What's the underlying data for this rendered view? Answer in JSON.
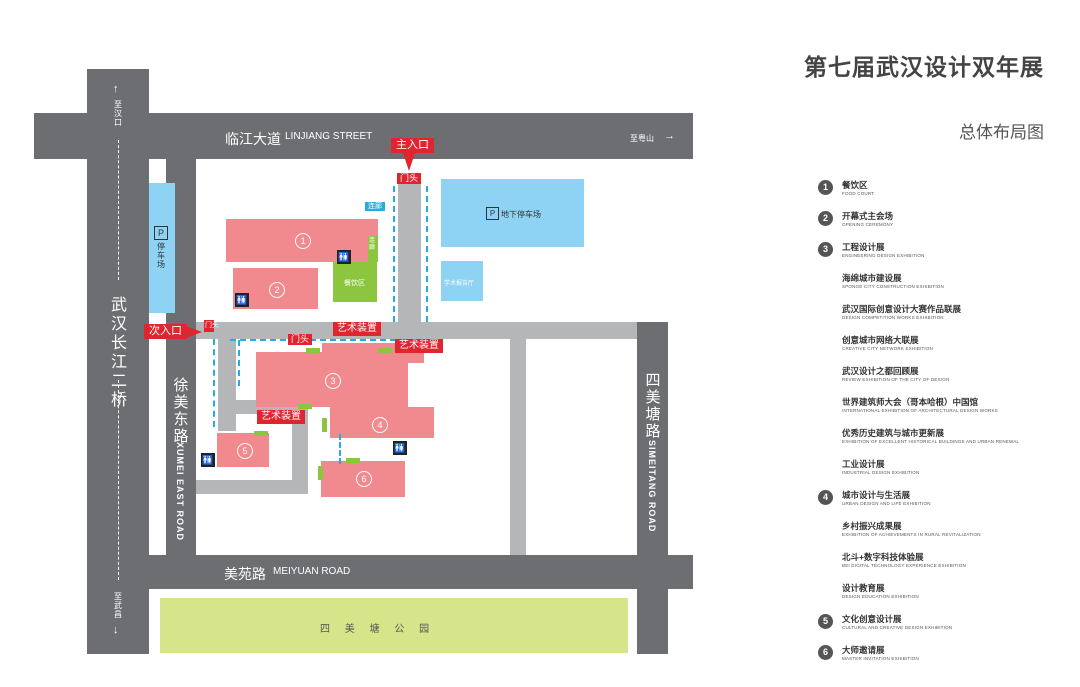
{
  "title": "第七届武汉设计双年展",
  "subtitle": "总体布局图",
  "roads": {
    "linjiang_zh": "临江大道",
    "linjiang_en": "LINJIANG STREET",
    "to_yuehu": "至粤山",
    "meiyuan_zh": "美苑路",
    "meiyuan_en": "MEIYUAN ROAD",
    "xumei_zh": "徐美东路",
    "xumei_en": "XUMEI EAST ROAD",
    "simeitang_zh": "四美塘路",
    "simeitang_en": "SIMEITANG ROAD",
    "bridge_zh": "武汉长江二桥",
    "to_hankou": "至汉口",
    "to_wuchang": "至武昌"
  },
  "map": {
    "parking_zh": "停车场",
    "parking_icon": "P",
    "underground_parking": "地下停车场",
    "academic_hall": "学术报告厅",
    "catering_area": "餐饮区",
    "park": "四 美 塘 公 园",
    "main_entrance": "主入口",
    "side_entrance": "次入口",
    "gate": "门头",
    "walkway": "连廊",
    "walkway_vertical": "连廊",
    "art_installation": "艺术装置",
    "restroom_icon": "🚻",
    "building_numbers": [
      "1",
      "2",
      "3",
      "4",
      "5",
      "6"
    ]
  },
  "legend": [
    {
      "num": "1",
      "zh": "餐饮区",
      "en": "FOOD COURT"
    },
    {
      "num": "2",
      "zh": "开幕式主会场",
      "en": "OPENING CEREMONY"
    },
    {
      "num": "3",
      "zh": "工程设计展",
      "en": "ENGINEERING DESIGN EXHIBITION"
    },
    {
      "num": "",
      "zh": "海绵城市建设展",
      "en": "SPONGE CITY CONSTRUCTION EXHIBITION"
    },
    {
      "num": "",
      "zh": "武汉国际创意设计大赛作品联展",
      "en": "DESIGN COMPETITION WORKS EXHIBITION"
    },
    {
      "num": "",
      "zh": "创意城市网络大联展",
      "en": "CREATIVE CITY NETWORK EXHIBITION"
    },
    {
      "num": "",
      "zh": "武汉设计之都回顾展",
      "en": "REVIEW EXHIBITION OF THE CITY OF DESIGN"
    },
    {
      "num": "",
      "zh": "世界建筑师大会（哥本哈根）中国馆",
      "en": "INTERNATIONAL EXHIBITION OF ARCHITECTURAL DESIGN WORKS"
    },
    {
      "num": "",
      "zh": "优秀历史建筑与城市更新展",
      "en": "EXHIBITION OF EXCELLENT HISTORICAL BUILDINGS AND URBAN RENEWAL"
    },
    {
      "num": "",
      "zh": "工业设计展",
      "en": "INDUSTRIAL DESIGN EXHIBITION"
    },
    {
      "num": "4",
      "zh": "城市设计与生活展",
      "en": "URBAN DESIGN AND LIFE EXHIBITION"
    },
    {
      "num": "",
      "zh": "乡村振兴成果展",
      "en": "EXHIBITION OF ACHIEVEMENTS IN RURAL REVITALIZATION"
    },
    {
      "num": "",
      "zh": "北斗+数字科技体验展",
      "en": "BEI DIGITAL TECHNOLOGY EXPERIENCE EXHIBITION"
    },
    {
      "num": "",
      "zh": "设计教育展",
      "en": "DESIGN EDUCATION EXHIBITION"
    },
    {
      "num": "5",
      "zh": "文化创意设计展",
      "en": "CULTURAL AND CREATIVE DESIGN EXHIBITION"
    },
    {
      "num": "6",
      "zh": "大师邀请展",
      "en": "MASTER INVITATION EXHIBITION"
    }
  ],
  "colors": {
    "road": "#6d6e71",
    "building": "#f08a8e",
    "parking": "#8fd3f4",
    "green": "#8cc63f",
    "park": "#d7e58a",
    "entrance": "#e0252e",
    "path": "#29abe2"
  }
}
